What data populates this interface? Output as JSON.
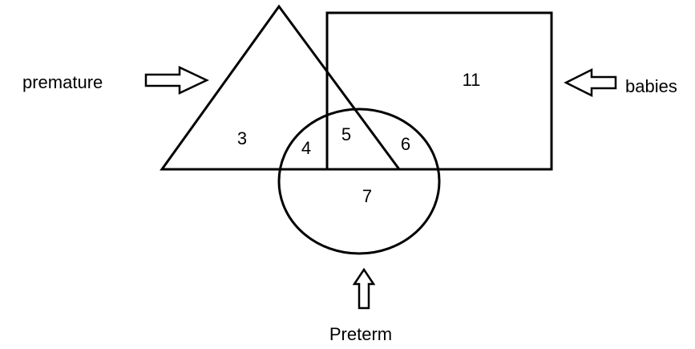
{
  "labels": {
    "premature": "premature",
    "babies": "babies",
    "preterm": "Preterm"
  },
  "regions": {
    "triangle_only": "3",
    "triangle_circle": "4",
    "triangle_rect_circle": "5",
    "rect_circle": "6",
    "circle_only": "7",
    "rect_only": "11"
  }
}
